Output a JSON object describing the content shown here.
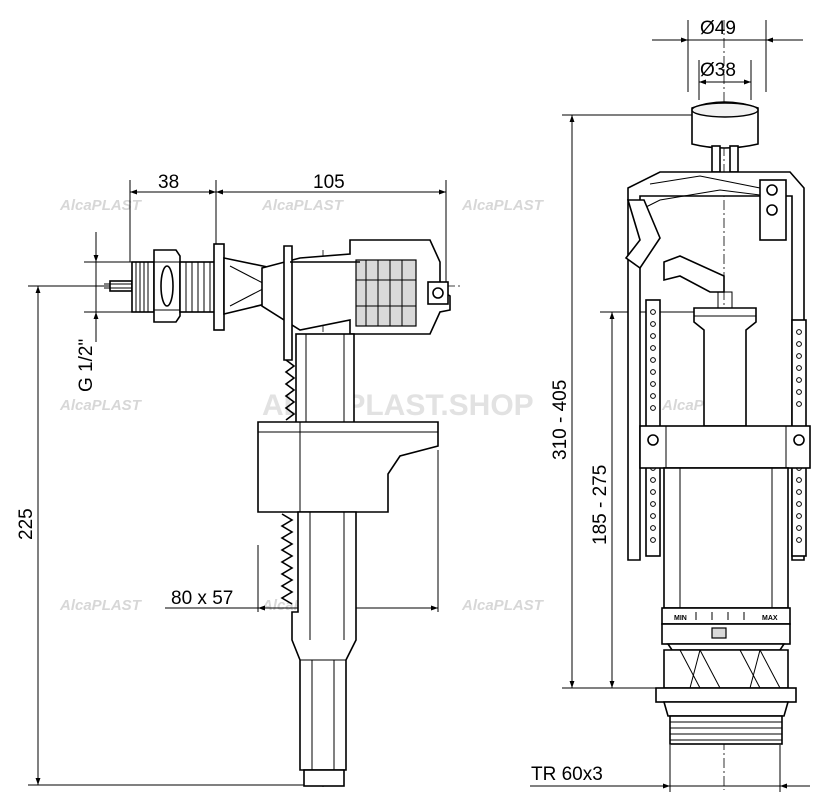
{
  "watermarks": {
    "brand": "AlcaPLAST",
    "shop": "ALCAPLAST.SHOP"
  },
  "left_part": {
    "dim_thread_length": "38",
    "dim_horizontal_length": "105",
    "dim_connection_thread": "G 1/2\"",
    "dim_total_height": "225",
    "dim_float_size": "80 x 57"
  },
  "right_part": {
    "dim_outer_diameter": "Ø49",
    "dim_inner_diameter": "Ø38",
    "dim_height_range": "310 - 405",
    "dim_tube_range": "185 - 275",
    "dim_bottom_thread": "TR 60x3",
    "scale_min": "MIN",
    "scale_max": "MAX"
  },
  "colors": {
    "line": "#000000",
    "watermark": "#d7d7d7"
  }
}
